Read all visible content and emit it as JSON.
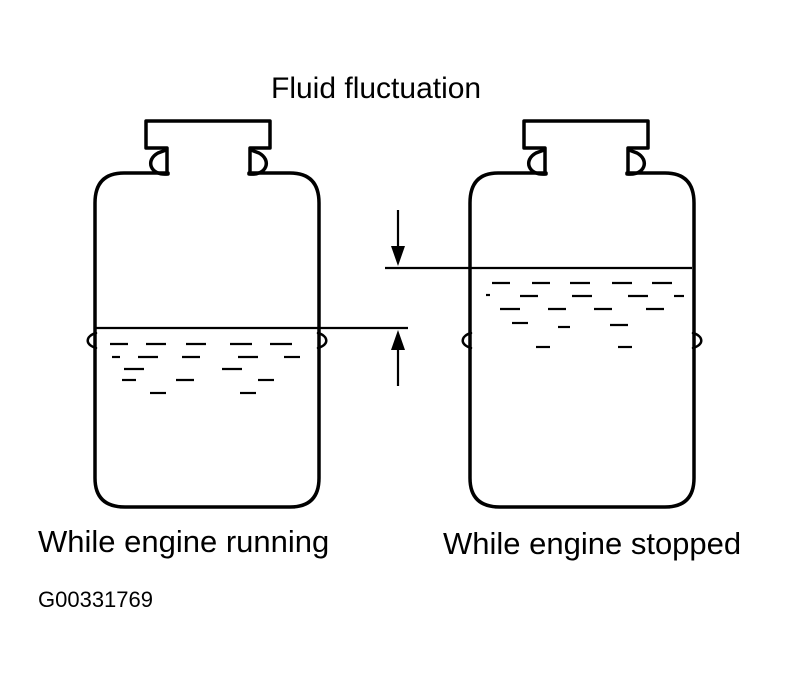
{
  "title": "Fluid fluctuation",
  "captions": {
    "running": "While engine running",
    "stopped": "While engine stopped"
  },
  "figure_id": "G00331769"
}
